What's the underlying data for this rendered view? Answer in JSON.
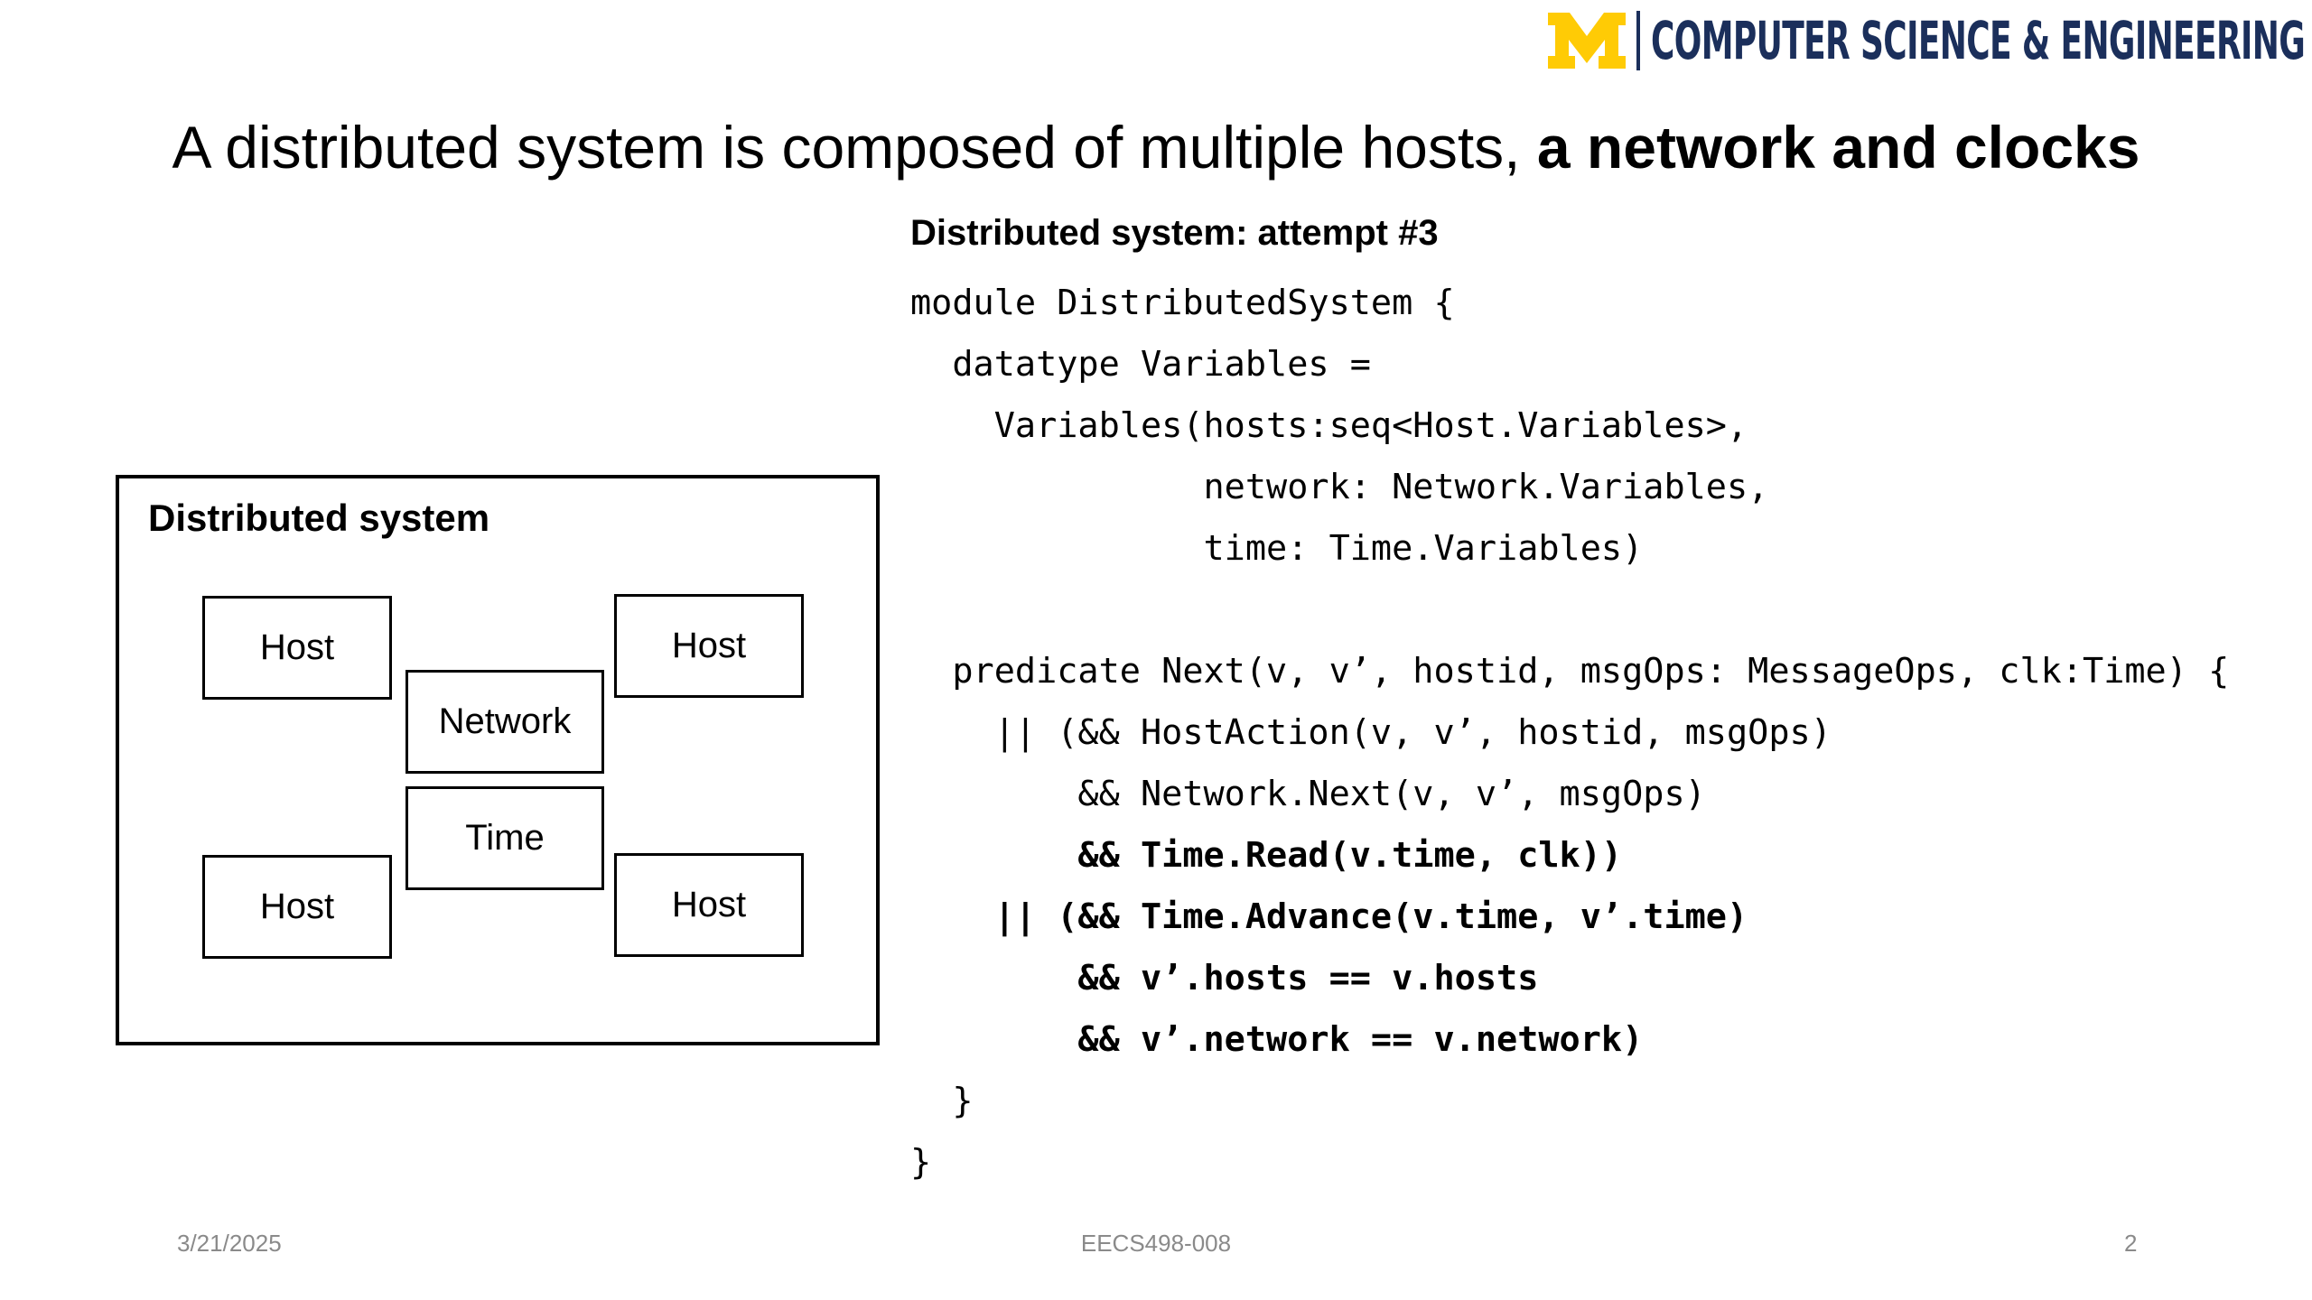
{
  "header": {
    "logo_text": "COMPUTER SCIENCE & ENGINEERING",
    "logo_mark": "block-m-logo",
    "colors": {
      "maize": "#ffcb05",
      "blue": "#1b2f5b"
    }
  },
  "slide": {
    "title_regular": "A distributed system is composed of multiple hosts, ",
    "title_bold": "a network and clocks"
  },
  "diagram": {
    "title": "Distributed system",
    "nodes": {
      "host_top_left": "Host",
      "host_top_right": "Host",
      "network": "Network",
      "time": "Time",
      "host_bottom_left": "Host",
      "host_bottom_right": "Host"
    }
  },
  "code": {
    "heading": "Distributed system: attempt #3",
    "lines": [
      {
        "text": "module DistributedSystem {",
        "bold": false
      },
      {
        "text": "  datatype Variables =",
        "bold": false
      },
      {
        "text": "    Variables(hosts:seq<Host.Variables>,",
        "bold": false
      },
      {
        "text": "              network: Network.Variables,",
        "bold": false
      },
      {
        "text": "              time: Time.Variables)",
        "bold": false
      },
      {
        "text": "",
        "bold": false
      },
      {
        "text": "  predicate Next(v, v’, hostid, msgOps: MessageOps, clk:Time) {",
        "bold": false
      },
      {
        "text": "    || (&& HostAction(v, v’, hostid, msgOps)",
        "bold": false
      },
      {
        "text": "        && Network.Next(v, v’, msgOps)",
        "bold": false
      },
      {
        "text": "        && Time.Read(v.time, clk))",
        "bold": true
      },
      {
        "text": "    || (&& Time.Advance(v.time, v’.time)",
        "bold": true
      },
      {
        "text": "        && v’.hosts == v.hosts",
        "bold": true
      },
      {
        "text": "        && v’.network == v.network)",
        "bold": true
      },
      {
        "text": "  }",
        "bold": false
      },
      {
        "text": "}",
        "bold": false
      }
    ]
  },
  "footer": {
    "date": "3/21/2025",
    "course": "EECS498-008",
    "page": "2"
  }
}
